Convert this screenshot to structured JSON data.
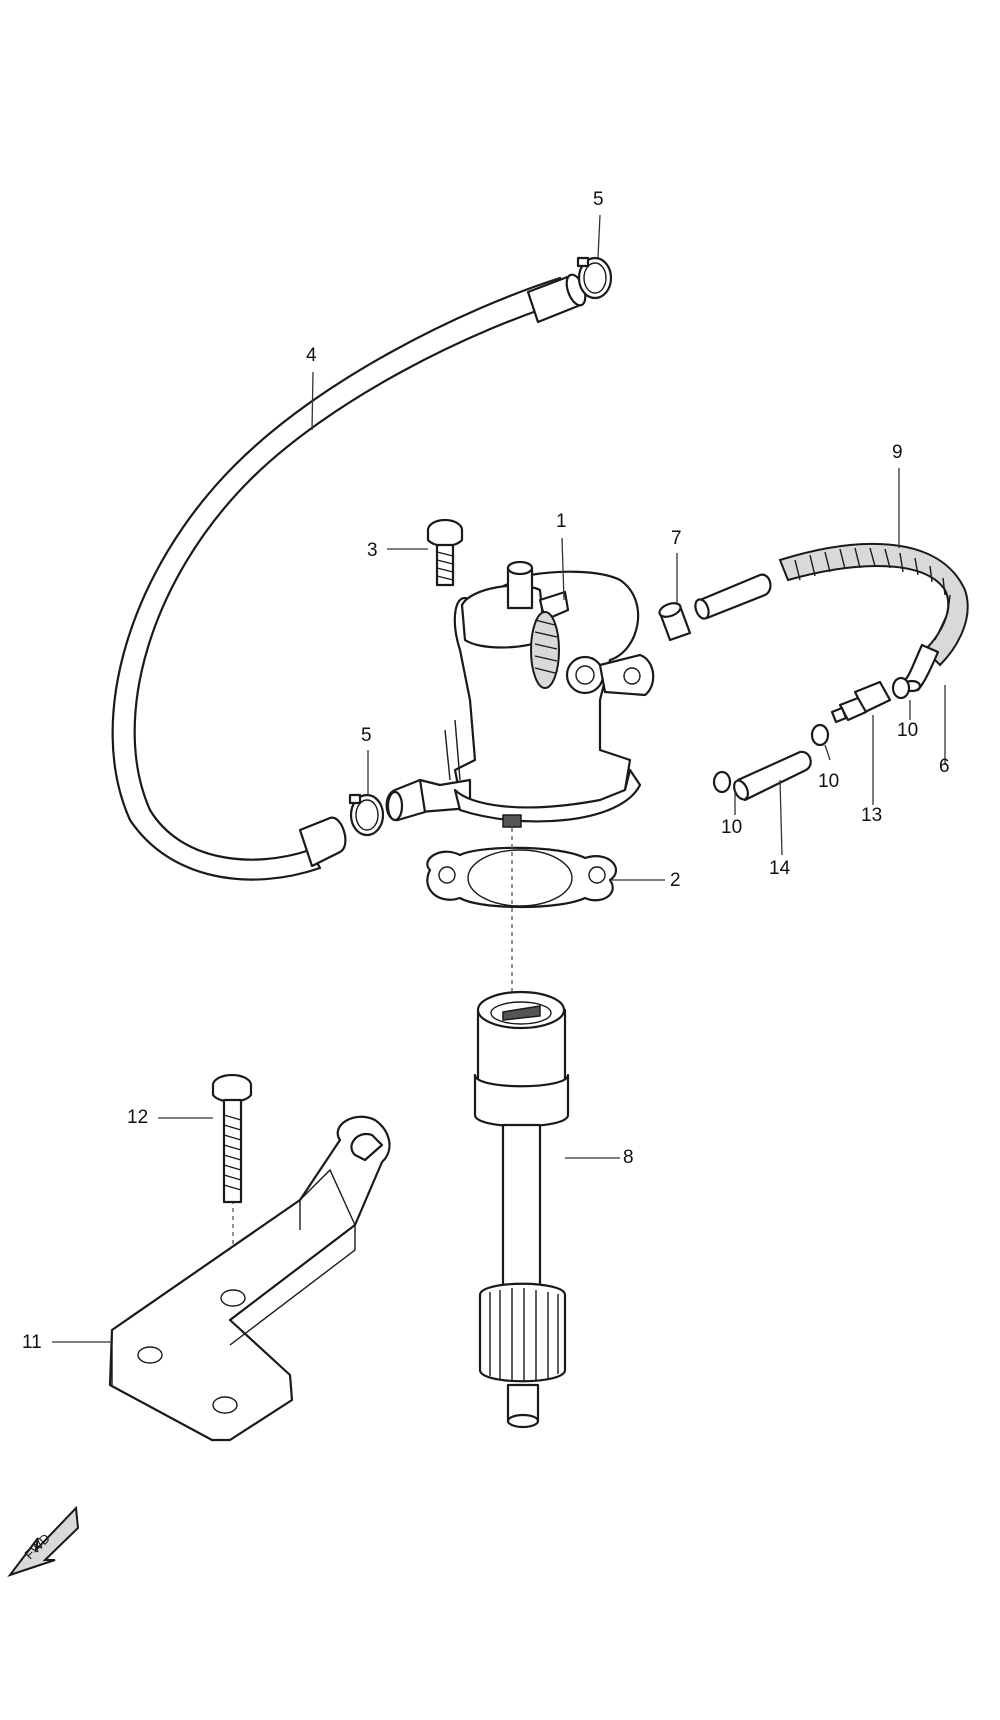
{
  "callouts": [
    {
      "id": "1",
      "label": "1"
    },
    {
      "id": "2",
      "label": "2"
    },
    {
      "id": "3",
      "label": "3"
    },
    {
      "id": "4",
      "label": "4"
    },
    {
      "id": "5a",
      "label": "5"
    },
    {
      "id": "5b",
      "label": "5"
    },
    {
      "id": "6",
      "label": "6"
    },
    {
      "id": "7",
      "label": "7"
    },
    {
      "id": "8",
      "label": "8"
    },
    {
      "id": "9",
      "label": "9"
    },
    {
      "id": "10a",
      "label": "10"
    },
    {
      "id": "10b",
      "label": "10"
    },
    {
      "id": "10c",
      "label": "10"
    },
    {
      "id": "11",
      "label": "11"
    },
    {
      "id": "12",
      "label": "12"
    },
    {
      "id": "13",
      "label": "13"
    },
    {
      "id": "14",
      "label": "14"
    }
  ],
  "direction_arrow": {
    "label": "FWD"
  }
}
